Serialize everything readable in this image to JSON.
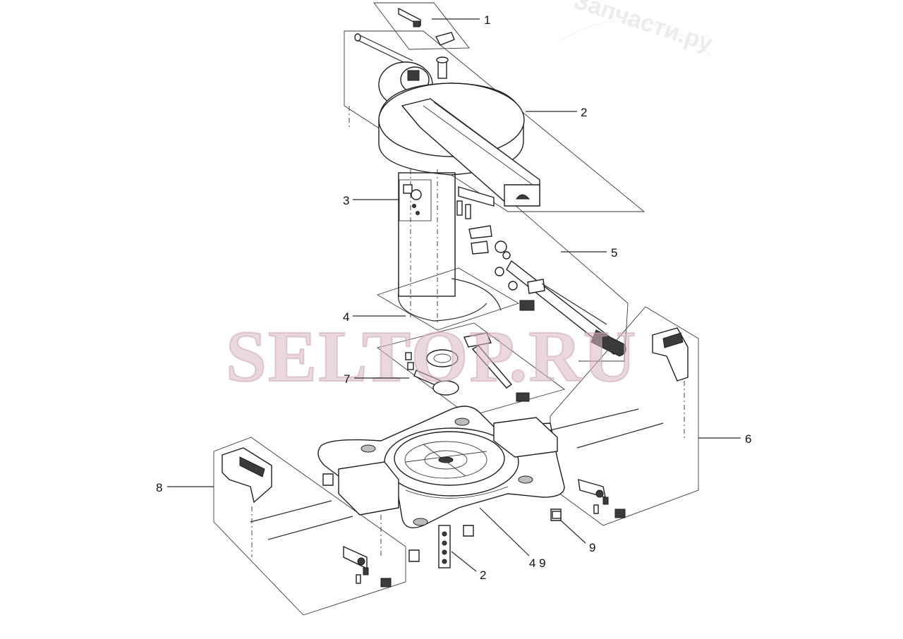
{
  "watermark": {
    "text": "SELTOP.RU",
    "arc_text": "Запчасти.ру"
  },
  "callouts": [
    {
      "label": "1"
    },
    {
      "label": "2"
    },
    {
      "label": "3"
    },
    {
      "label": "5"
    },
    {
      "label": "4"
    },
    {
      "label": "7"
    },
    {
      "label": "6"
    },
    {
      "label": "8"
    },
    {
      "label": "9"
    },
    {
      "label": "4 9"
    },
    {
      "label": "2"
    }
  ]
}
